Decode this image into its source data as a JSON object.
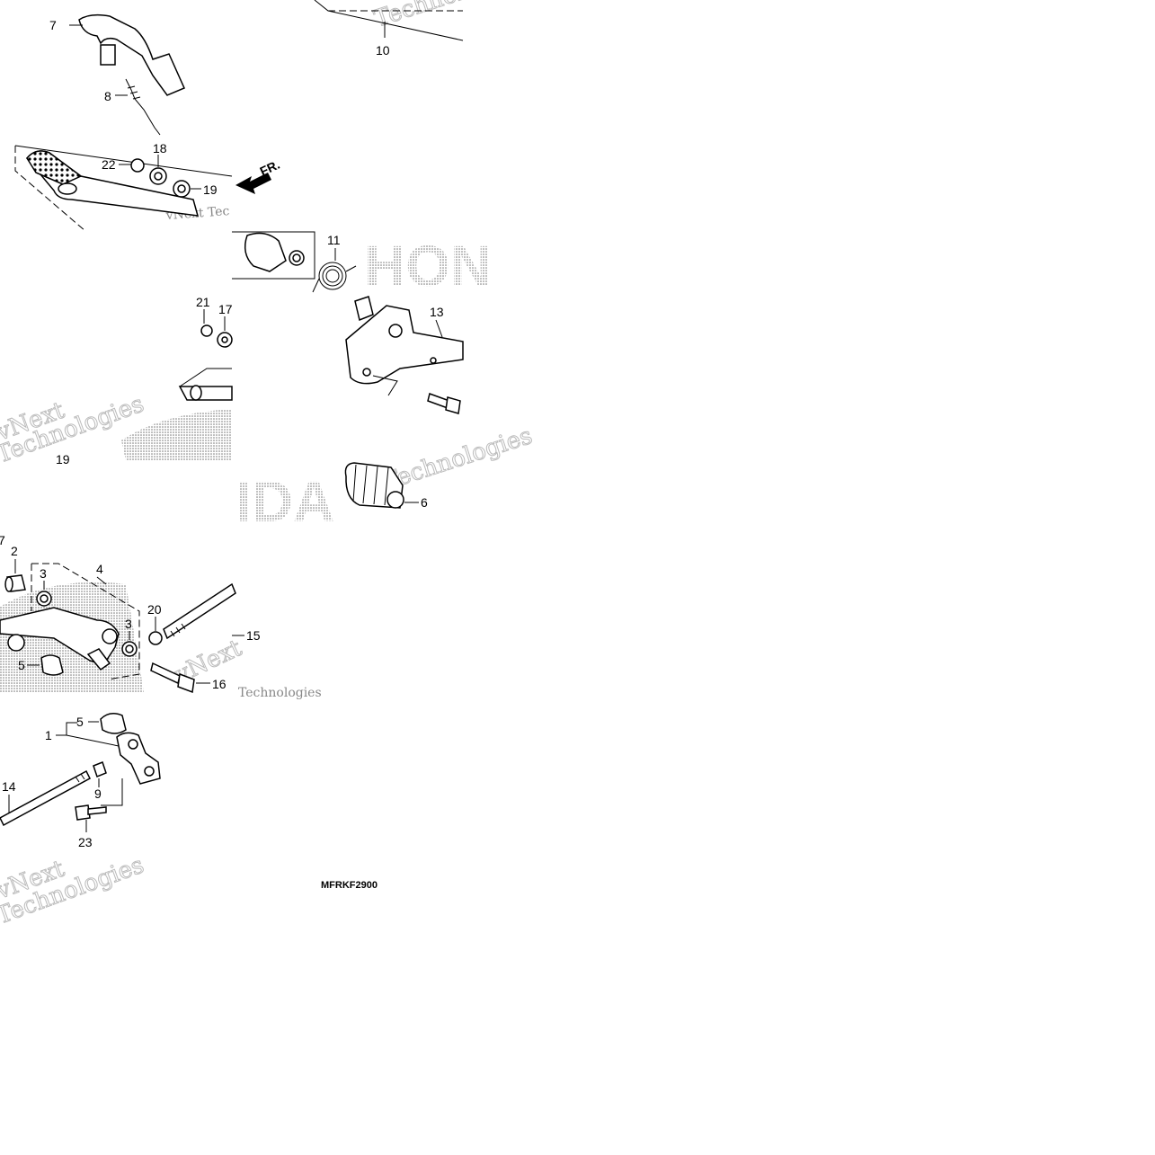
{
  "callouts": {
    "p1": "1",
    "p2": "2",
    "p3a": "3",
    "p3b": "3",
    "p4": "4",
    "p5a": "5",
    "p5b": "5",
    "p6": "6",
    "p7": "7",
    "p7b": "7",
    "p8": "8",
    "p9": "9",
    "p10": "10",
    "p11": "11",
    "p13": "13",
    "p14": "14",
    "p15": "15",
    "p16": "16",
    "p17": "17",
    "p18": "18",
    "p19": "19",
    "p19b": "19",
    "p20": "20",
    "p21": "21",
    "p22": "22",
    "p23": "23"
  },
  "diagram_code": "MFRKF2900",
  "direction_label": "FR.",
  "watermark": {
    "line1": "vNext",
    "line2": "Technologies",
    "small1": "vNext Tec",
    "small2": "Technologies",
    "brand1": "HON",
    "brand2": "IDA"
  }
}
